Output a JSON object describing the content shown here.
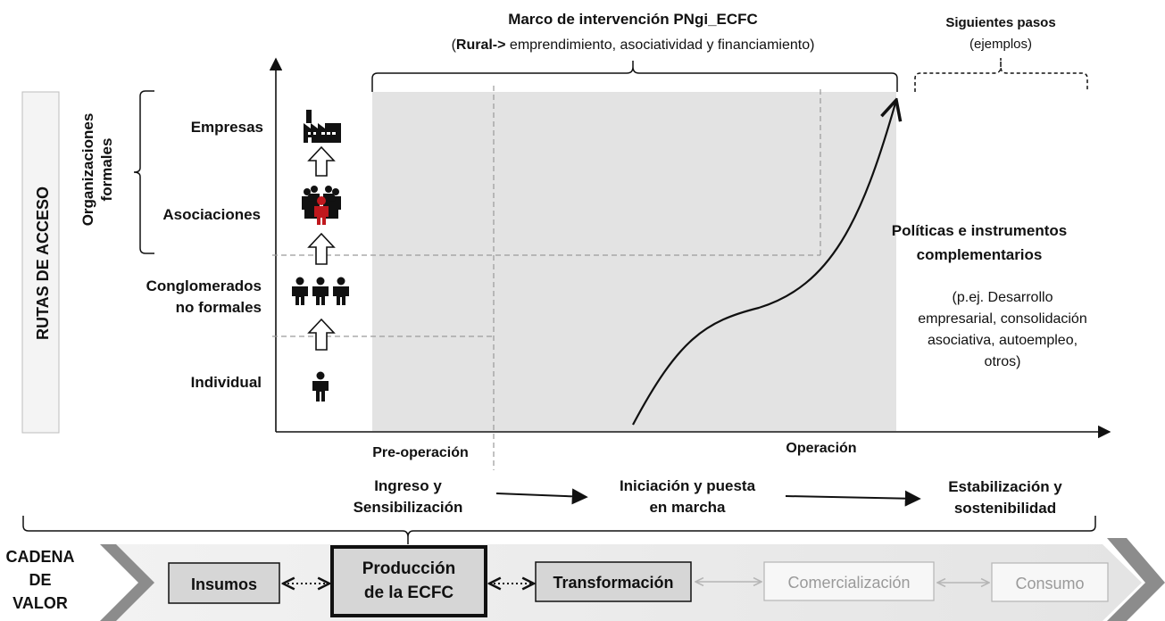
{
  "header": {
    "title": "Marco de intervención PNgi_ECFC",
    "subtitle_bold": "Rural->",
    "subtitle_rest": " emprendimiento,  asociatividad y financiamiento)",
    "subtitle_open": "(",
    "next_steps_title": "Siguientes pasos",
    "next_steps_sub": "(ejemplos)"
  },
  "side": {
    "rutas_label": "RUTAS DE ACCESO",
    "org_formales_line1": "Organizaciones",
    "org_formales_line2": "formales"
  },
  "levels": {
    "empresas": "Empresas",
    "asociaciones": "Asociaciones",
    "conglomerados_line1": "Conglomerados",
    "conglomerados_line2": "no formales",
    "individual": "Individual"
  },
  "axis": {
    "pre_operacion": "Pre-operación",
    "operacion": "Operación"
  },
  "stages": {
    "ingreso_line1": "Ingreso y",
    "ingreso_line2": "Sensibilización",
    "iniciacion_line1": "Iniciación y puesta",
    "iniciacion_line2": "en marcha",
    "estabilizacion_line1": "Estabilización y",
    "estabilizacion_line2": "sostenibilidad"
  },
  "policies": {
    "title_line1": "Políticas e instrumentos",
    "title_line2": "complementarios",
    "body_line1": "(p.ej. Desarrollo",
    "body_line2": "empresarial, consolidación",
    "body_line3": "asociativa, autoempleo,",
    "body_line4": "otros)"
  },
  "value_chain": {
    "label_line1": "CADENA",
    "label_line2": "DE",
    "label_line3": "VALOR",
    "insumos": "Insumos",
    "produccion_line1": "Producción",
    "produccion_line2": "de la ECFC",
    "transformacion": "Transformación",
    "comercializacion": "Comercialización",
    "consumo": "Consumo"
  },
  "icons": {
    "factory": "factory-icon",
    "group": "people-group-icon",
    "three_persons": "three-persons-icon",
    "person": "person-icon",
    "up_arrow": "up-arrow-icon"
  },
  "colors": {
    "shaded_area": "#e3e3e3",
    "box_fill": "#d6d6d6",
    "highlight_person": "#c0181d",
    "muted_text": "#9a9a9a",
    "chevron": "#8c8c8c"
  }
}
